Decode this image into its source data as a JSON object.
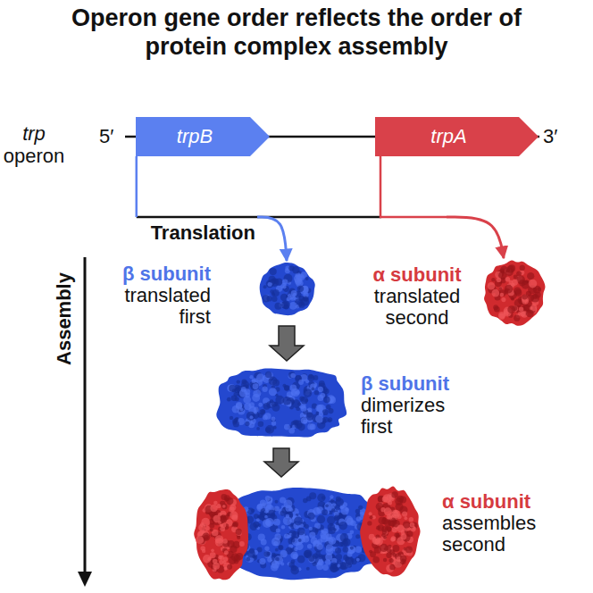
{
  "diagram": {
    "title": "Operon gene order reflects the order of protein complex assembly",
    "nodes": [
      {
        "text": [
          "trpB"
        ]
      },
      {
        "text": [
          "trpA"
        ]
      },
      {
        "text": [
          "β subunit",
          "translated first"
        ]
      },
      {
        "text": [
          "α subunit",
          "translated second"
        ]
      },
      {
        "text": [
          "β subunit",
          "dimerizes first"
        ]
      },
      {
        "text": [
          "α subunit",
          "assembles second"
        ]
      }
    ],
    "edges": [
      {
        "from": 0,
        "to": 2,
        "arrow": "to"
      },
      {
        "from": 1,
        "to": 3,
        "arrow": "to"
      },
      {
        "from": 2,
        "to": 4,
        "arrow": "to"
      },
      {
        "from": 4,
        "to": 5,
        "arrow": "to"
      }
    ],
    "labels": [
      "trp operon",
      "5′",
      "3′",
      "Translation",
      "Assembly"
    ]
  }
}
